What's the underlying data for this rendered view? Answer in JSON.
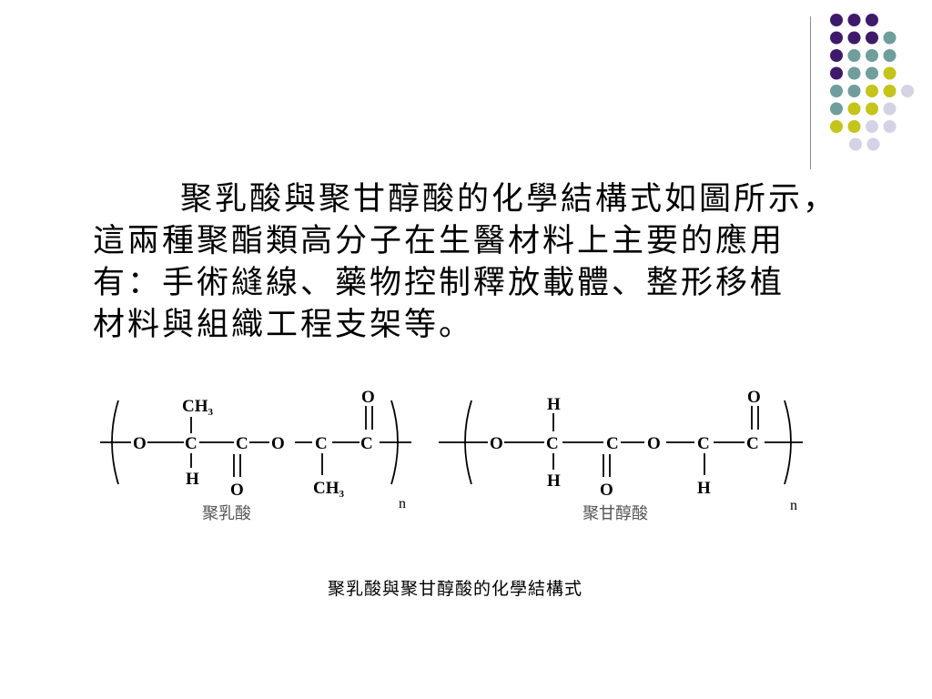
{
  "palette": {
    "purple": "#3f1a6b",
    "teal": "#6f9e9c",
    "olive": "#c4c41b",
    "lavender": "#d4d3e6"
  },
  "dot_pattern": [
    [
      "purple",
      "purple",
      "purple"
    ],
    [
      "purple",
      "purple",
      "purple",
      "teal"
    ],
    [
      "purple",
      "teal",
      "teal",
      "teal"
    ],
    [
      "purple",
      "teal",
      "teal",
      "olive"
    ],
    [
      "teal",
      "teal",
      "olive",
      "olive",
      "lavender"
    ],
    [
      "teal",
      "olive",
      "olive",
      "lavender"
    ],
    [
      "olive",
      "olive",
      "lavender",
      "lavender"
    ],
    [
      "lavender",
      "lavender"
    ]
  ],
  "body_text": {
    "line1": "聚乳酸與聚甘醇酸的化學結構式如圖所示，",
    "line2": "這兩種聚酯類高分子在生醫材料上主要的應用",
    "line3": "有：手術縫線、藥物控制釋放載體、整形移植",
    "line4": "材料與組織工程支架等。"
  },
  "structure_pla": {
    "ch3_top": "CH",
    "sub3": "3",
    "o_left": "O",
    "c1": "C",
    "c2": "C",
    "o_mid": "O",
    "c3": "C",
    "c4": "C",
    "o_top": "O",
    "h": "H",
    "o_bottom": "O",
    "ch3_bottom": "CH",
    "n": "n",
    "name": "聚乳酸"
  },
  "structure_pga": {
    "h_top": "H",
    "o_left": "O",
    "c1": "C",
    "c2": "C",
    "o_mid": "O",
    "c3": "C",
    "c4": "C",
    "o_top": "O",
    "h_bottom1": "H",
    "o_bottom": "O",
    "h_bottom2": "H",
    "n": "n",
    "name": "聚甘醇酸"
  },
  "caption": "聚乳酸與聚甘醇酸的化學結構式"
}
